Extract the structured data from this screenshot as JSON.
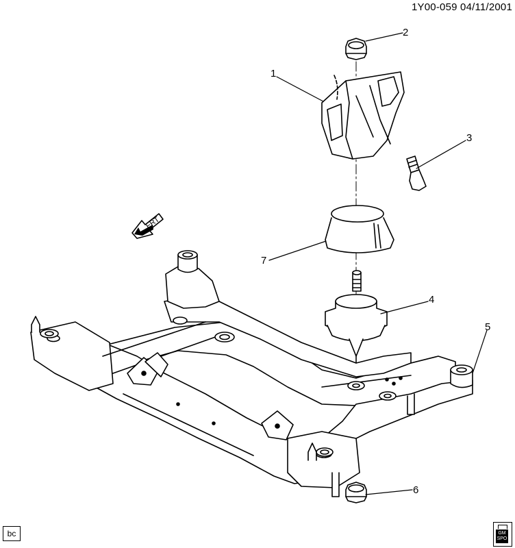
{
  "header": {
    "code": "1Y00-059 04/11/2001"
  },
  "direction": {
    "label": "FRT"
  },
  "callouts": [
    {
      "number": "1"
    },
    {
      "number": "2"
    },
    {
      "number": "3"
    },
    {
      "number": "4"
    },
    {
      "number": "5"
    },
    {
      "number": "6"
    },
    {
      "number": "7"
    }
  ],
  "footer": {
    "left_badge": "bc",
    "logo_text": "GM SPO"
  }
}
